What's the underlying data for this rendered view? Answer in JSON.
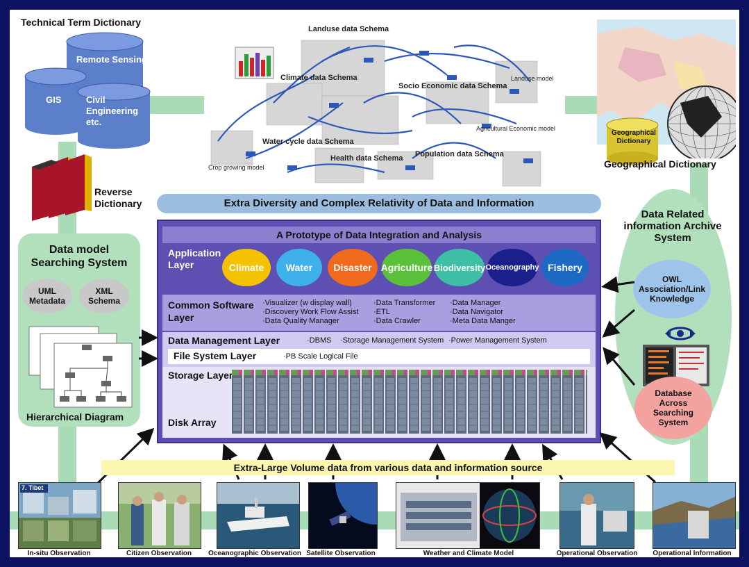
{
  "top_left": {
    "title": "Technical Term Dictionary",
    "remote_sensing": "Remote Sensing",
    "gis": "GIS",
    "civil": "Civil Engineering etc.",
    "reverse_dictionary": "Reverse Dictionary"
  },
  "schema": {
    "landuse": "Landuse data Schema",
    "climate": "Climate data Schema",
    "socio": "Socio Economic data Schema",
    "landuse_model": "Landuse model",
    "agri_model": "Agricultural Economic model",
    "water_cycle": "Water cycle data Schema",
    "health": "Health data Schema",
    "population": "Population data Schema",
    "crop": "Crop growing model"
  },
  "top_right": {
    "geo_cyl": "Geographical Dictionary",
    "geo_label": "Geographical Dictionary"
  },
  "diversity_banner": "Extra Diversity and Complex Relativity of Data and Information",
  "left_panel": {
    "title": "Data model Searching System",
    "uml": "UML Metadata",
    "xml": "XML Schema",
    "hier": "Hierarchical Diagram"
  },
  "right_panel": {
    "title": "Data Related information Archive System",
    "owl": "OWL Association/Link Knowledge",
    "db": "Database Across Searching System"
  },
  "prototype": {
    "title": "A Prototype of Data Integration and Analysis",
    "app_layer": "Application Layer",
    "categories": [
      {
        "label": "Climate",
        "color": "#f4c200"
      },
      {
        "label": "Water",
        "color": "#3eb0ea"
      },
      {
        "label": "Disaster",
        "color": "#ef6a1c"
      },
      {
        "label": "Agriculture",
        "color": "#5cc13a"
      },
      {
        "label": "Biodiversity",
        "color": "#3fbfa6"
      },
      {
        "label": "Oceanography",
        "color": "#1a1f8c"
      },
      {
        "label": "Fishery",
        "color": "#1d6ac4"
      }
    ],
    "common_layer": "Common Software Layer",
    "common_col1": [
      "·Visualizer (w display wall)",
      "·Discovery Work Flow Assist",
      "·Data Quality Manager"
    ],
    "common_col2": [
      "·Data Transformer",
      "·ETL",
      "·Data Crawler"
    ],
    "common_col3": [
      "·Data Manager",
      "·Data Navigator",
      "·Meta Data Manger"
    ],
    "dm_layer": "Data Management Layer",
    "dm_items": [
      "·DBMS",
      "·Storage Management System",
      "·Power Management System"
    ],
    "fs_layer": "File System Layer",
    "fs_item": "·PB Scale Logical File",
    "storage_layer": "Storage Layer",
    "disk_array": "Disk Array"
  },
  "volume_banner": "Extra-Large Volume data from various data and information source",
  "sources": [
    {
      "label": "In-situ Observation",
      "caption": "7. Tibet"
    },
    {
      "label": "Citizen Observation"
    },
    {
      "label": "Oceanographic Observation"
    },
    {
      "label": "Satellite Observation"
    },
    {
      "label": "Weather and Climate Model"
    },
    {
      "label": "Operational Observation"
    },
    {
      "label": "Operational Information"
    }
  ]
}
